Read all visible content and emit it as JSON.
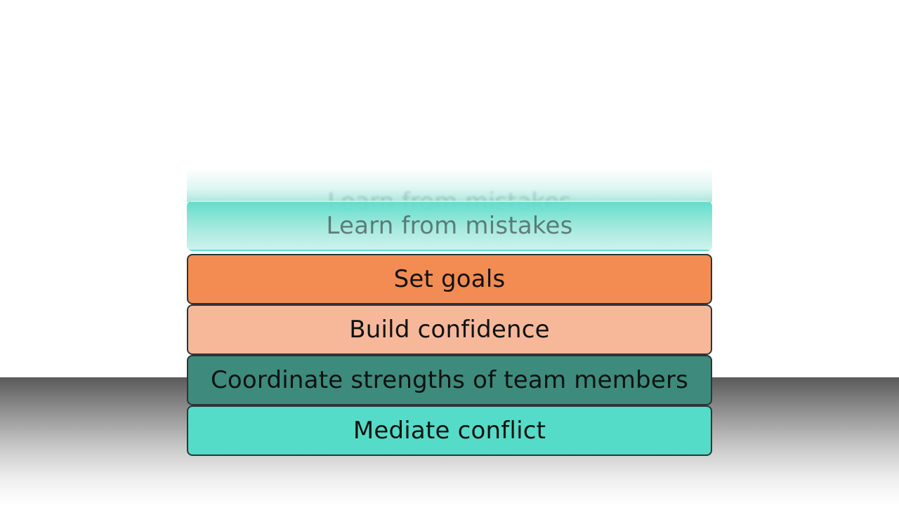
{
  "diagram": {
    "blocks": [
      {
        "label": "Mediate conflict",
        "color": "#55dcc8"
      },
      {
        "label": "Coordinate strengths of team members",
        "color": "#3d8b7c"
      },
      {
        "label": "Build confidence",
        "color": "#f7b89a"
      },
      {
        "label": "Set goals",
        "color": "#f28c52"
      },
      {
        "label": "Learn from mistakes",
        "color": "#55dcc8"
      }
    ],
    "floor_color": "#5a5a5a"
  }
}
